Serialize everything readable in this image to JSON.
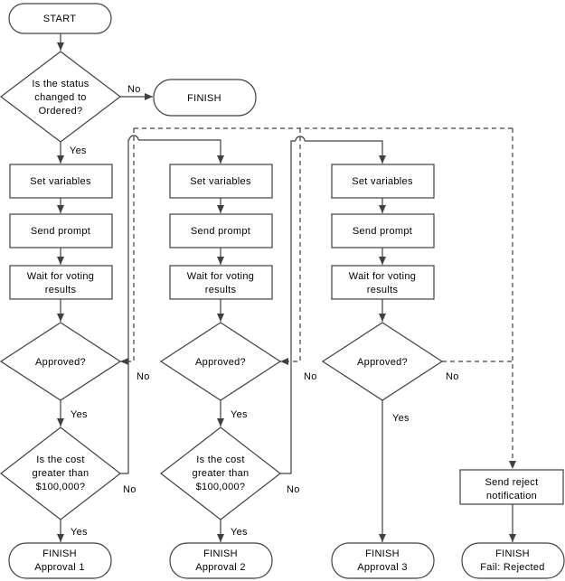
{
  "diagram": {
    "type": "flowchart",
    "colors": {
      "line": "#404040",
      "text": "#000000",
      "background": "#ffffff"
    },
    "nodes": {
      "start": {
        "shape": "terminator",
        "label": "START"
      },
      "status_check": {
        "shape": "decision",
        "line1": "Is the status",
        "line2": "changed to",
        "line3": "Ordered?"
      },
      "finish_no_change": {
        "shape": "terminator",
        "label": "FINISH"
      },
      "stage_labels": {
        "set_variables": "Set variables",
        "send_prompt": "Send prompt",
        "wait_line1": "Wait for voting",
        "wait_line2": "results",
        "approved": "Approved?",
        "cost_line1": "Is the cost",
        "cost_line2": "greater than",
        "cost_line3": "$100,000?"
      },
      "send_reject": {
        "shape": "process",
        "line1": "Send reject",
        "line2": "notification"
      },
      "finish_approval1": {
        "shape": "terminator",
        "line1": "FINISH",
        "line2": "Approval 1"
      },
      "finish_approval2": {
        "shape": "terminator",
        "line1": "FINISH",
        "line2": "Approval 2"
      },
      "finish_approval3": {
        "shape": "terminator",
        "line1": "FINISH",
        "line2": "Approval 3"
      },
      "finish_fail": {
        "shape": "terminator",
        "line1": "FINISH",
        "line2": "Fail: Rejected"
      }
    },
    "edge_labels": {
      "yes": "Yes",
      "no": "No"
    }
  }
}
